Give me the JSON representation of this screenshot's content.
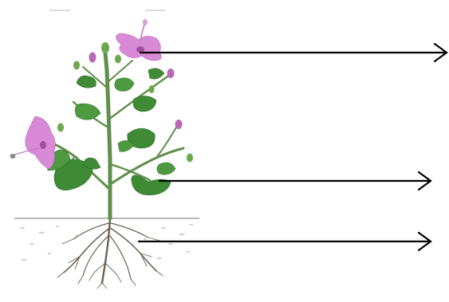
{
  "figure": {
    "top_caption": "",
    "bottom_caption": ""
  },
  "plant": {
    "parts": [
      "flower",
      "leaf",
      "root"
    ],
    "flower_color": "#d98ad6",
    "leaf_color": "#3f8a35",
    "stem_color": "#5f8f4a",
    "root_color": "#6b6156",
    "ground_color": "#9a9a9a"
  },
  "arrows": {
    "count": 3,
    "color": "#000000",
    "targets": [
      "flower",
      "leaf",
      "root"
    ]
  }
}
